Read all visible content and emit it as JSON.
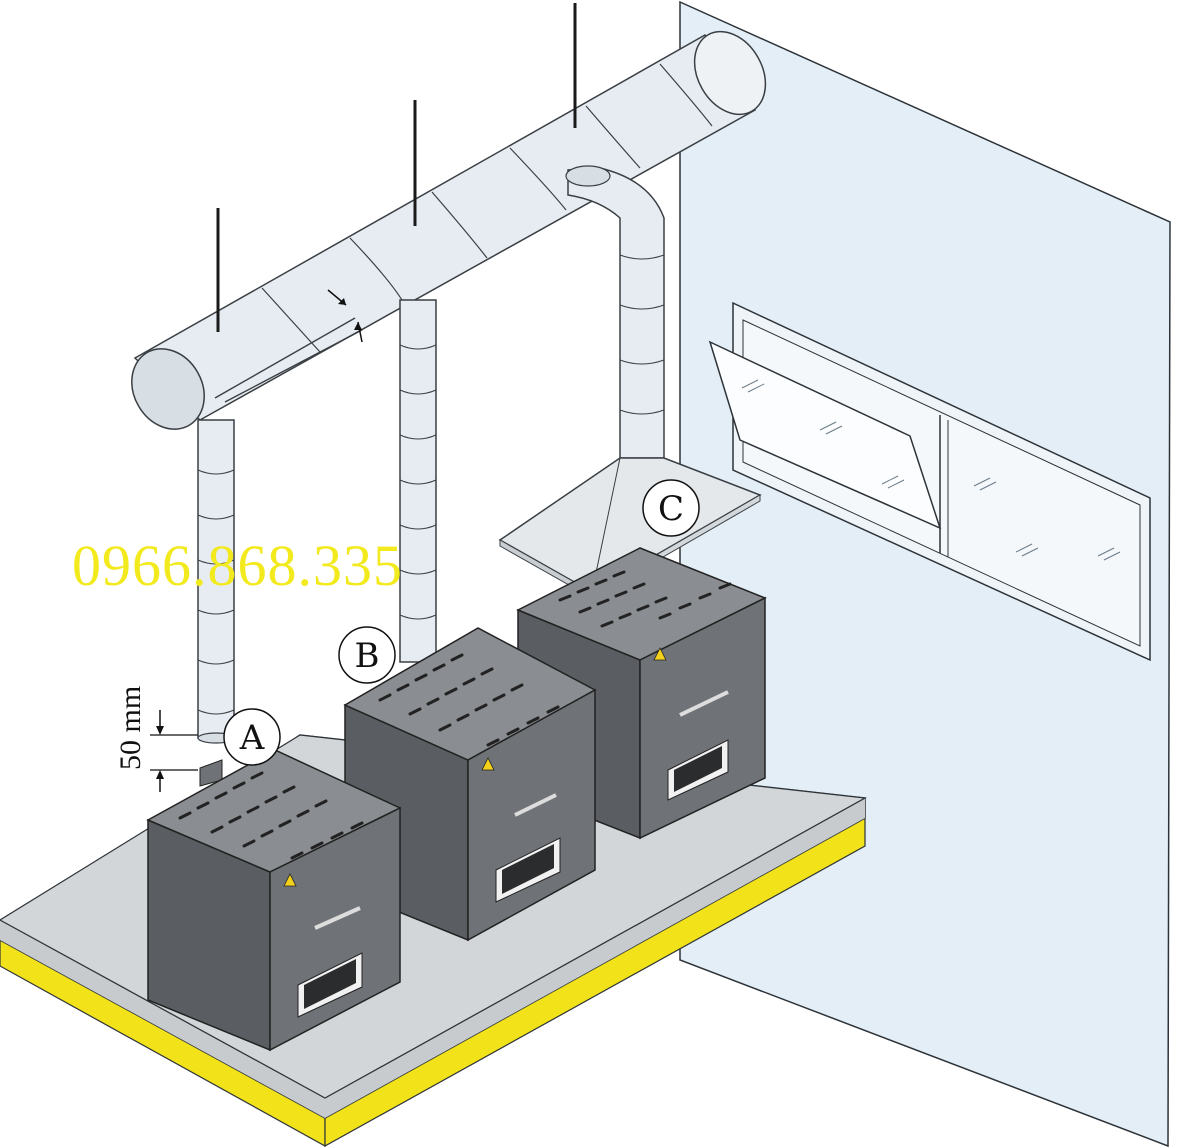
{
  "labels": {
    "a": "A",
    "b": "B",
    "c": "C"
  },
  "dimension": {
    "text": "50 mm"
  },
  "watermark": {
    "text": "0966.868.335"
  },
  "colors": {
    "wall": "#e3eef6",
    "duct": "#e6ecf1",
    "duct_stroke": "#3a3f44",
    "furnace_body": "#6f7276",
    "furnace_top": "#8a8d91",
    "furnace_side": "#5a5d61",
    "table_top": "#cfd2d4",
    "table_edge": "#f2e21a",
    "hood": "#e4e8eb",
    "warning": "#f4d21c",
    "watermark": "#f2ea1c"
  },
  "icons": [
    "warning-triangle-icon",
    "control-panel-icon",
    "door-handle-icon"
  ]
}
